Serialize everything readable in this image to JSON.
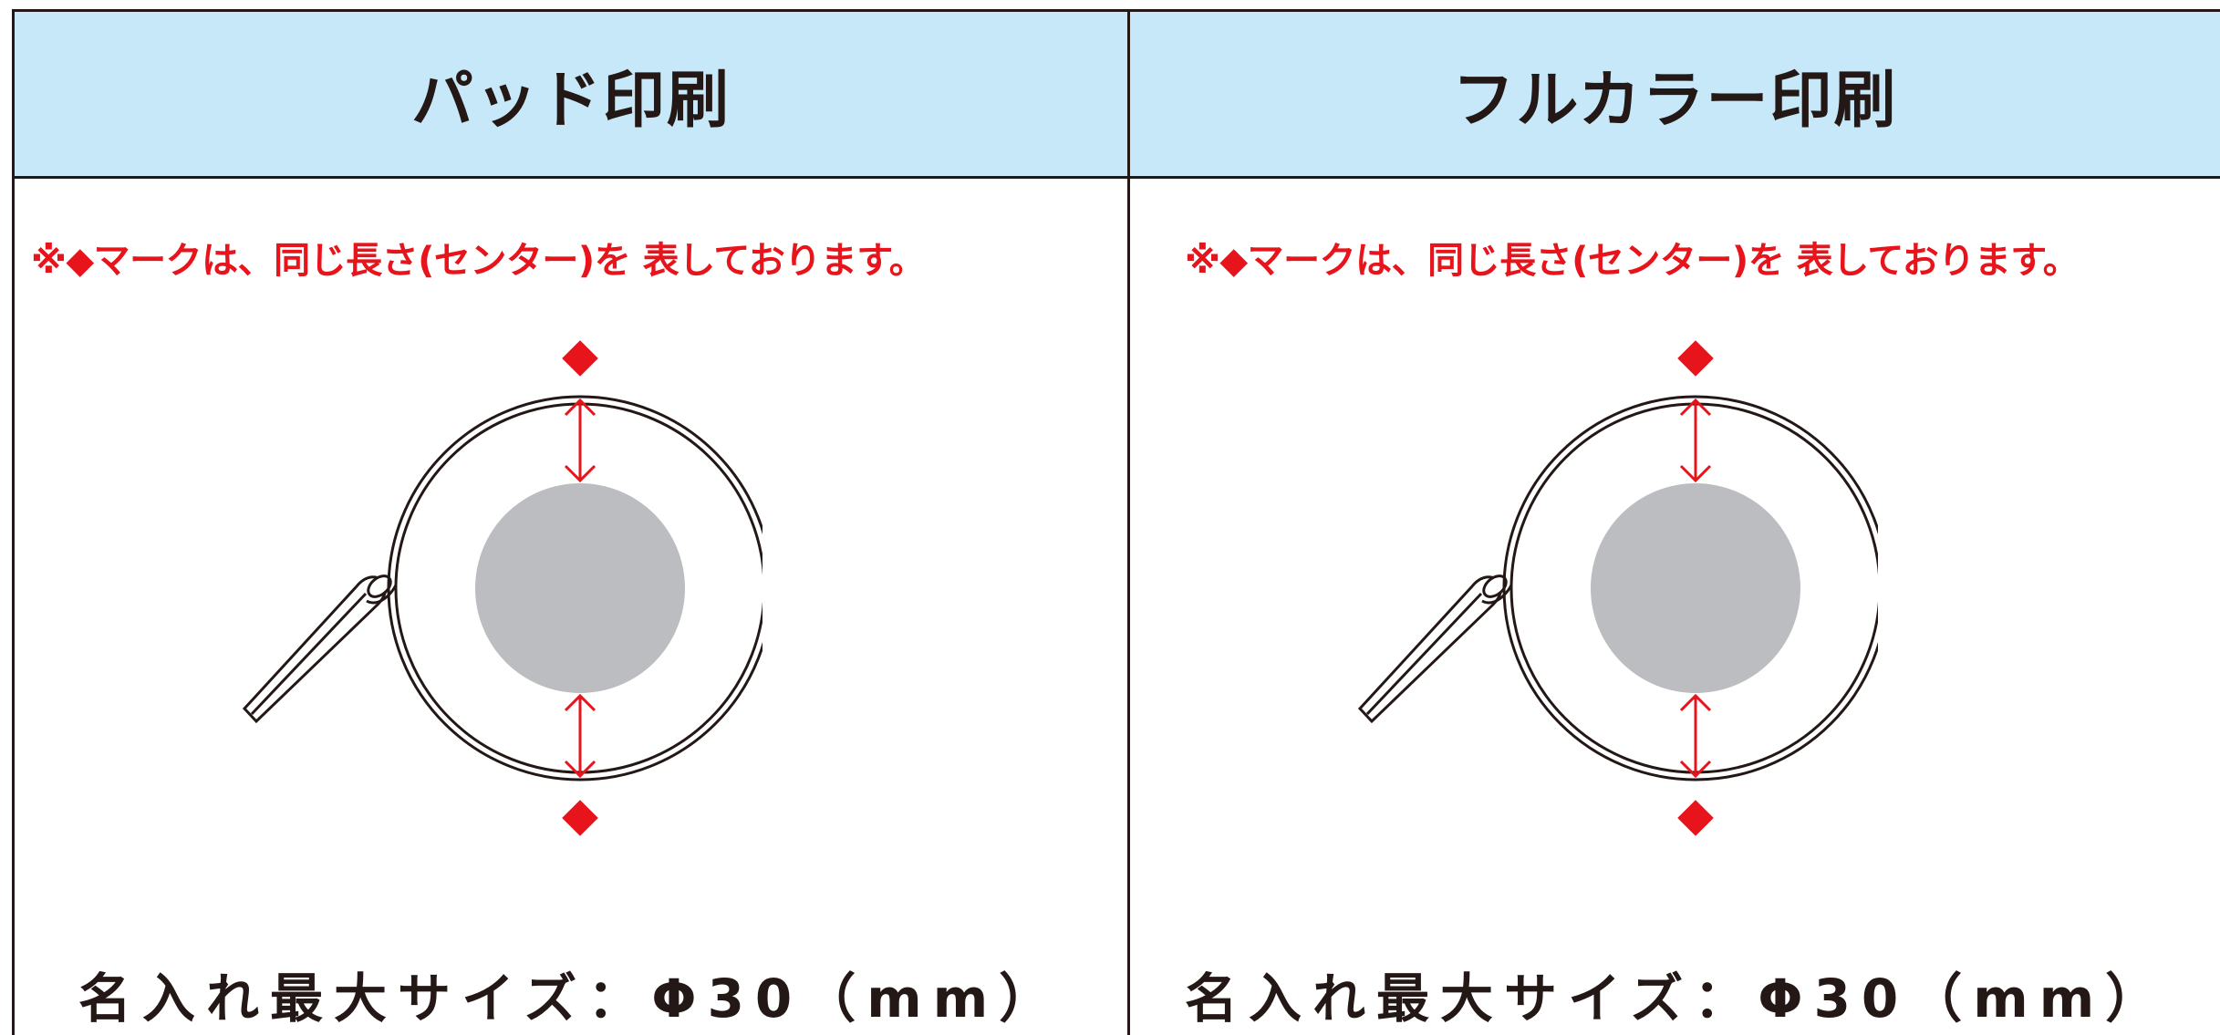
{
  "panels": [
    {
      "title": "パッド印刷",
      "note": "※◆マークは、同じ長さ(センター)を 表しております。",
      "size_label": "名入れ最大サイズ：Φ30（mm）"
    },
    {
      "title": "フルカラー印刷",
      "note": "※◆マークは、同じ長さ(センター)を 表しております。",
      "size_label": "名入れ最大サイズ：Φ30（mm）"
    }
  ],
  "colors": {
    "header_bg": "#c7e8f8",
    "accent_red": "#e8141c",
    "print_area_gray": "#bcbdc0",
    "line_dark": "#231815"
  },
  "icons": [
    "keyring-diagram",
    "diamond-marker-icon",
    "double-arrow-icon"
  ]
}
